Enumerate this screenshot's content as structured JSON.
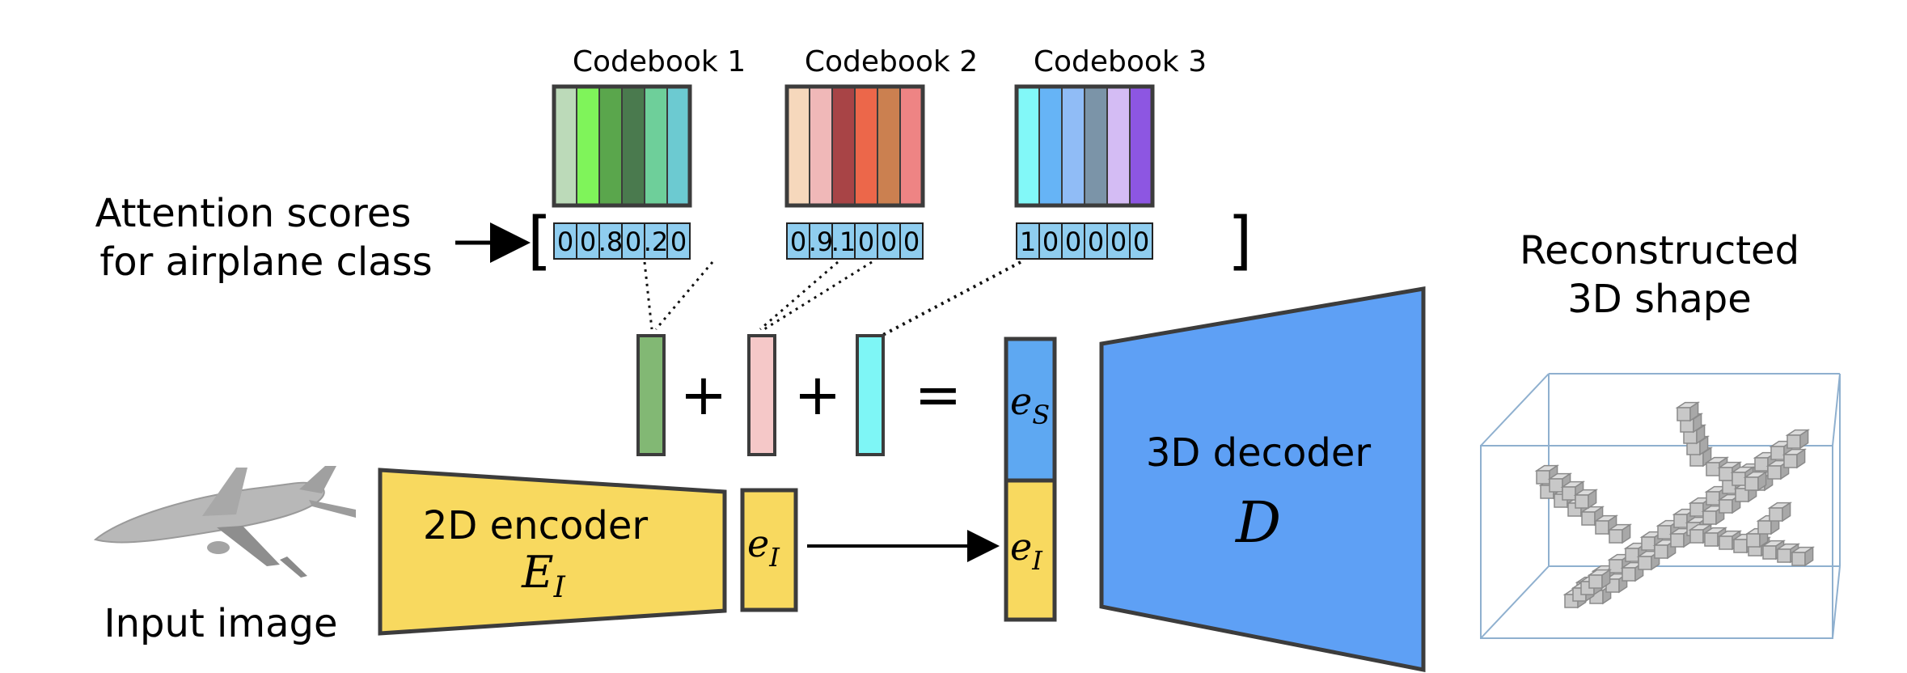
{
  "codebooks": [
    {
      "title": "Codebook 1",
      "colors": [
        "#bcdab9",
        "#7ff45a",
        "#5aa64c",
        "#4a7a4e",
        "#6ecf9a",
        "#6ccad1"
      ],
      "scores": [
        "0",
        "0",
        ".8",
        "0",
        ".2",
        "0"
      ]
    },
    {
      "title": "Codebook 2",
      "colors": [
        "#f6d8bc",
        "#f0b8b8",
        "#a84446",
        "#ec674a",
        "#cb8050",
        "#ee8484"
      ],
      "scores": [
        "0",
        ".9",
        ".1",
        "0",
        "0",
        "0"
      ]
    },
    {
      "title": "Codebook 3",
      "colors": [
        "#82f8f8",
        "#66b4f6",
        "#90bcf6",
        "#7b94a8",
        "#d4bcf4",
        "#8d56e2"
      ],
      "scores": [
        "1",
        "0",
        "0",
        "0",
        "0",
        "0"
      ]
    }
  ],
  "colors": {
    "score_cell": "#8fcdef",
    "encoder": "#f8d95f",
    "decoder": "#5ea0f5",
    "es": "#5ea8f2",
    "outline": "#3c3c3c",
    "selected_vectors": [
      "#82b874",
      "#f5c8c8",
      "#7ef6f6"
    ]
  },
  "labels": {
    "attention_line1": "Attention scores",
    "attention_line2": "for airplane class",
    "input_image": "Input image",
    "encoder_name": "2D encoder",
    "encoder_symbol": "E",
    "encoder_subscript": "I",
    "decoder_name": "3D decoder",
    "decoder_symbol": "D",
    "reconstructed_line1": "Reconstructed",
    "reconstructed_line2": "3D shape",
    "e_symbol": "e",
    "e_image_subscript": "I",
    "e_shape_subscript": "S",
    "plus": "+",
    "equals": "=",
    "bracket_open": "[",
    "bracket_close": "]"
  },
  "icons": {
    "airplane": "airplane-photo-icon",
    "voxel_shape": "voxel-airplane-icon"
  }
}
